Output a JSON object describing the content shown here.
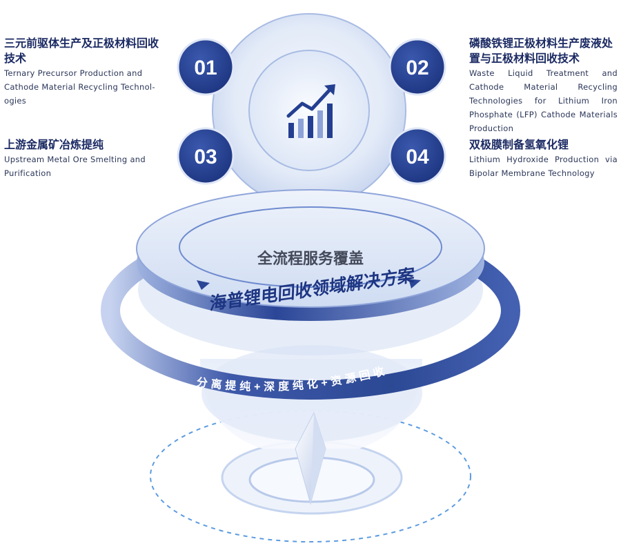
{
  "badges": [
    "01",
    "02",
    "03",
    "04"
  ],
  "items": [
    {
      "cn": "三元前驱体生产及正极材料回收技术",
      "en": "Ternary Precursor Production and Cathode Material Recycling Technol-ogies"
    },
    {
      "cn": "磷酸铁锂正极材料生产废液处置与正极材料回收技术",
      "en": "Waste Liquid Treatment and Cathode Material Recycling Technologies for Lithium Iron Phosphate (LFP) Cathode Materials Production"
    },
    {
      "cn": "上游金属矿冶炼提纯",
      "en": "Upstream Metal Ore Smelting and Purification"
    },
    {
      "cn": "双极膜制备氢氧化锂",
      "en": "Lithium Hydroxide Production via Bipolar Membrane Technology"
    }
  ],
  "center": {
    "subtitle": "全流程服务覆盖",
    "title": "海普锂电回收领域解决方案",
    "ring_text": "分离提纯+深度纯化+资源回收"
  },
  "colors": {
    "primary": "#1e3a8a",
    "badge": "#2a4596",
    "ring": "#2d4a9e",
    "glass": "#dde7f7",
    "text": "#1b2a63"
  },
  "icons": {
    "center": "growth-chart-icon",
    "bottom": "crystal-icon"
  }
}
